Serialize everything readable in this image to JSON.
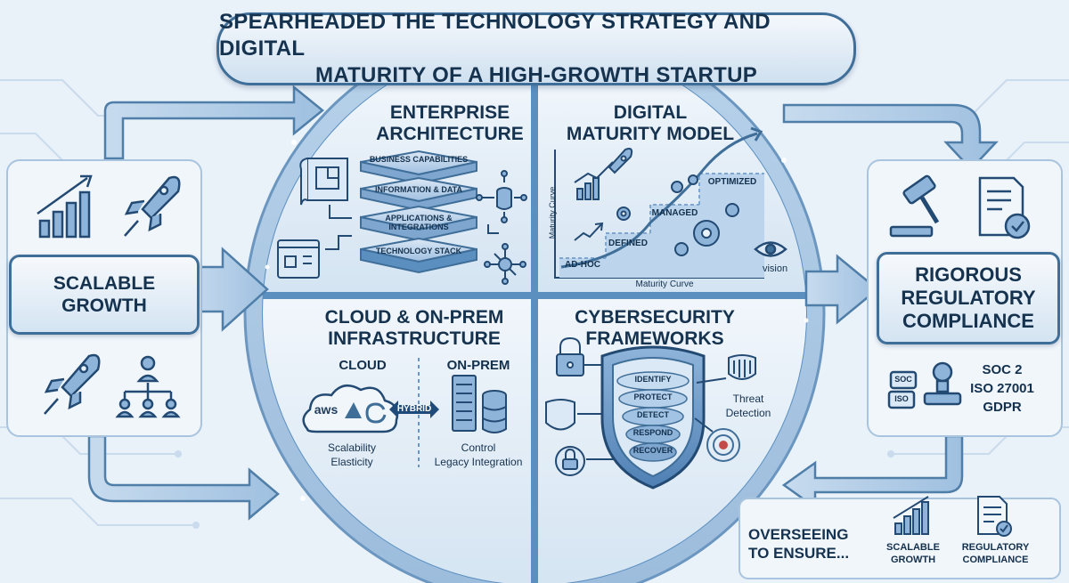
{
  "title": {
    "line1": "SPEARHEADED THE TECHNOLOGY STRATEGY AND DIGITAL",
    "line2": "MATURITY OF A HIGH-GROWTH STARTUP"
  },
  "left": {
    "line1": "SCALABLE",
    "line2": "GROWTH"
  },
  "right": {
    "line1": "RIGOROUS",
    "line2": "REGULATORY",
    "line3": "COMPLIANCE",
    "standards": [
      "SOC 2",
      "ISO 27001",
      "GDPR"
    ],
    "stamp_labels": [
      "SOC",
      "ISO"
    ]
  },
  "enterprise": {
    "title1": "ENTERPRISE",
    "title2": "ARCHITECTURE",
    "layers": [
      "BUSINESS CAPABILITIES",
      "INFORMATION & DATA",
      "APPLICATIONS & INTEGRATIONS",
      "TECHNOLOGY STACK"
    ]
  },
  "maturity": {
    "title1": "DIGITAL",
    "title2": "MATURITY MODEL",
    "stages": [
      "AD-HOC",
      "DEFINED",
      "MANAGED",
      "OPTIMIZED"
    ],
    "y_label": "Maturity Curve",
    "x_label": "Maturity Curve",
    "vision": "vision"
  },
  "cloud": {
    "title1": "CLOUD & ON-PREM",
    "title2": "INFRASTRUCTURE",
    "cloud_label": "CLOUD",
    "onprem_label": "ON-PREM",
    "hybrid": "HYBRID",
    "aws": "aws",
    "left_caption1": "Scalability",
    "left_caption2": "Elasticity",
    "right_caption1": "Control",
    "right_caption2": "Legacy Integration"
  },
  "cyber": {
    "title1": "CYBERSECURITY",
    "title2": "FRAMEWORKS",
    "shield_items": [
      "IDENTIFY",
      "PROTECT",
      "DETECT",
      "RESPOND",
      "RECOVER"
    ],
    "threat1": "Threat",
    "threat2": "Detection"
  },
  "footer": {
    "line1": "OVERSEEING",
    "line2": "TO ENSURE...",
    "item1_line1": "SCALABLE",
    "item1_line2": "GROWTH",
    "item2_line1": "REGULATORY",
    "item2_line2": "COMPLIANCE"
  },
  "colors": {
    "background": "#e9f1f9",
    "border": "#3f6e98",
    "panel": "#dce9f5",
    "text": "#15324f",
    "accent": "#5b8fc0"
  }
}
